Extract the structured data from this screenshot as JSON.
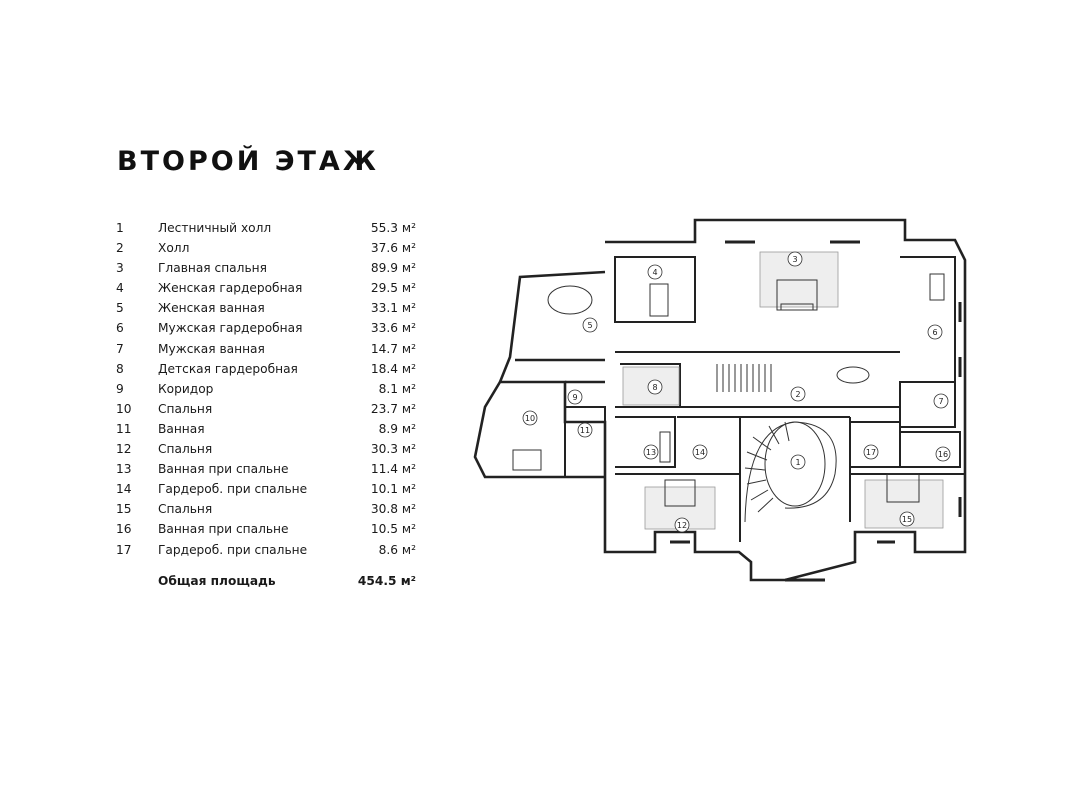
{
  "title": "ВТОРОЙ ЭТАЖ",
  "rooms": [
    {
      "num": "1",
      "name": "Лестничный холл",
      "area": "55.3 м²"
    },
    {
      "num": "2",
      "name": "Холл",
      "area": "37.6 м²"
    },
    {
      "num": "3",
      "name": "Главная спальня",
      "area": "89.9 м²"
    },
    {
      "num": "4",
      "name": "Женская гардеробная",
      "area": "29.5 м²"
    },
    {
      "num": "5",
      "name": "Женская ванная",
      "area": "33.1 м²"
    },
    {
      "num": "6",
      "name": "Мужская гардеробная",
      "area": "33.6 м²"
    },
    {
      "num": "7",
      "name": "Мужская ванная",
      "area": "14.7 м²"
    },
    {
      "num": "8",
      "name": "Детская гардеробная",
      "area": "18.4 м²"
    },
    {
      "num": "9",
      "name": "Коридор",
      "area": "8.1 м²"
    },
    {
      "num": "10",
      "name": "Спальня",
      "area": "23.7 м²"
    },
    {
      "num": "11",
      "name": "Ванная",
      "area": "8.9 м²"
    },
    {
      "num": "12",
      "name": "Спальня",
      "area": "30.3 м²"
    },
    {
      "num": "13",
      "name": "Ванная при спальне",
      "area": "11.4 м²"
    },
    {
      "num": "14",
      "name": "Гардероб. при спальне",
      "area": "10.1 м²"
    },
    {
      "num": "15",
      "name": "Спальня",
      "area": "30.8 м²"
    },
    {
      "num": "16",
      "name": "Ванная при спальне",
      "area": "10.5 м²"
    },
    {
      "num": "17",
      "name": "Гардероб. при спальне",
      "area": "8.6 м²"
    }
  ],
  "total": {
    "label": "Общая площадь",
    "area": "454.5 м²"
  },
  "plan_labels": [
    "1",
    "2",
    "3",
    "4",
    "5",
    "6",
    "7",
    "8",
    "9",
    "10",
    "11",
    "12",
    "13",
    "14",
    "15",
    "16",
    "17"
  ]
}
